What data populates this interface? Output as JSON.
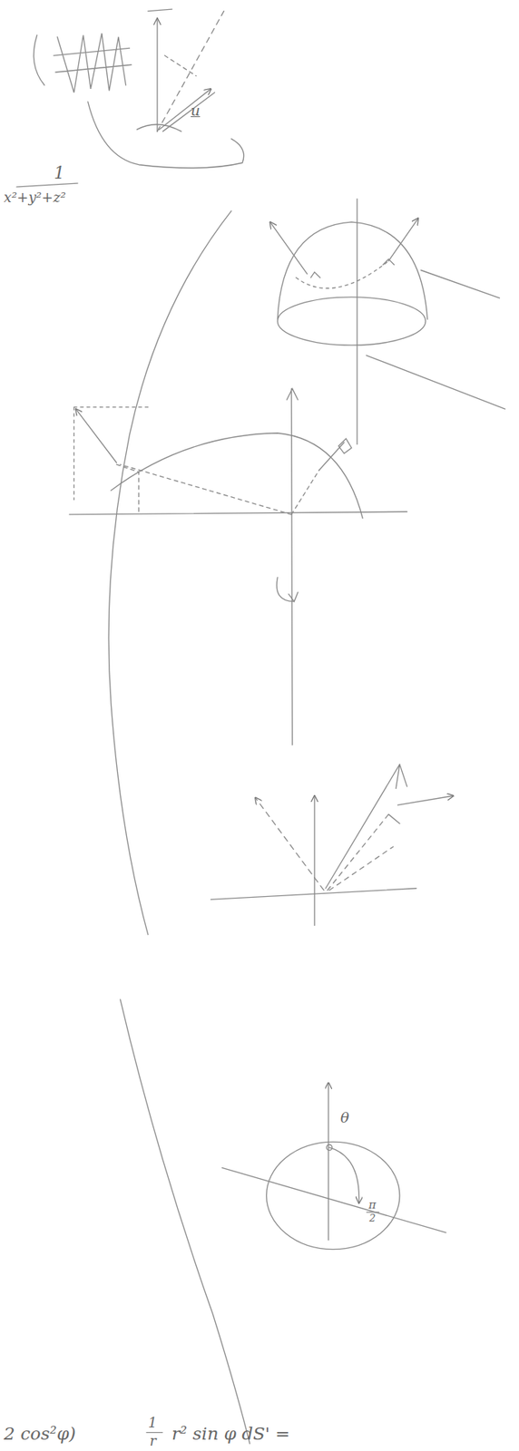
{
  "diagram": {
    "labels": [
      "u",
      "1",
      "x²+y²+z²",
      "θ",
      "π",
      "2",
      "2 cos²φ)",
      "1",
      "r",
      "r² sin φ dS' ="
    ]
  }
}
